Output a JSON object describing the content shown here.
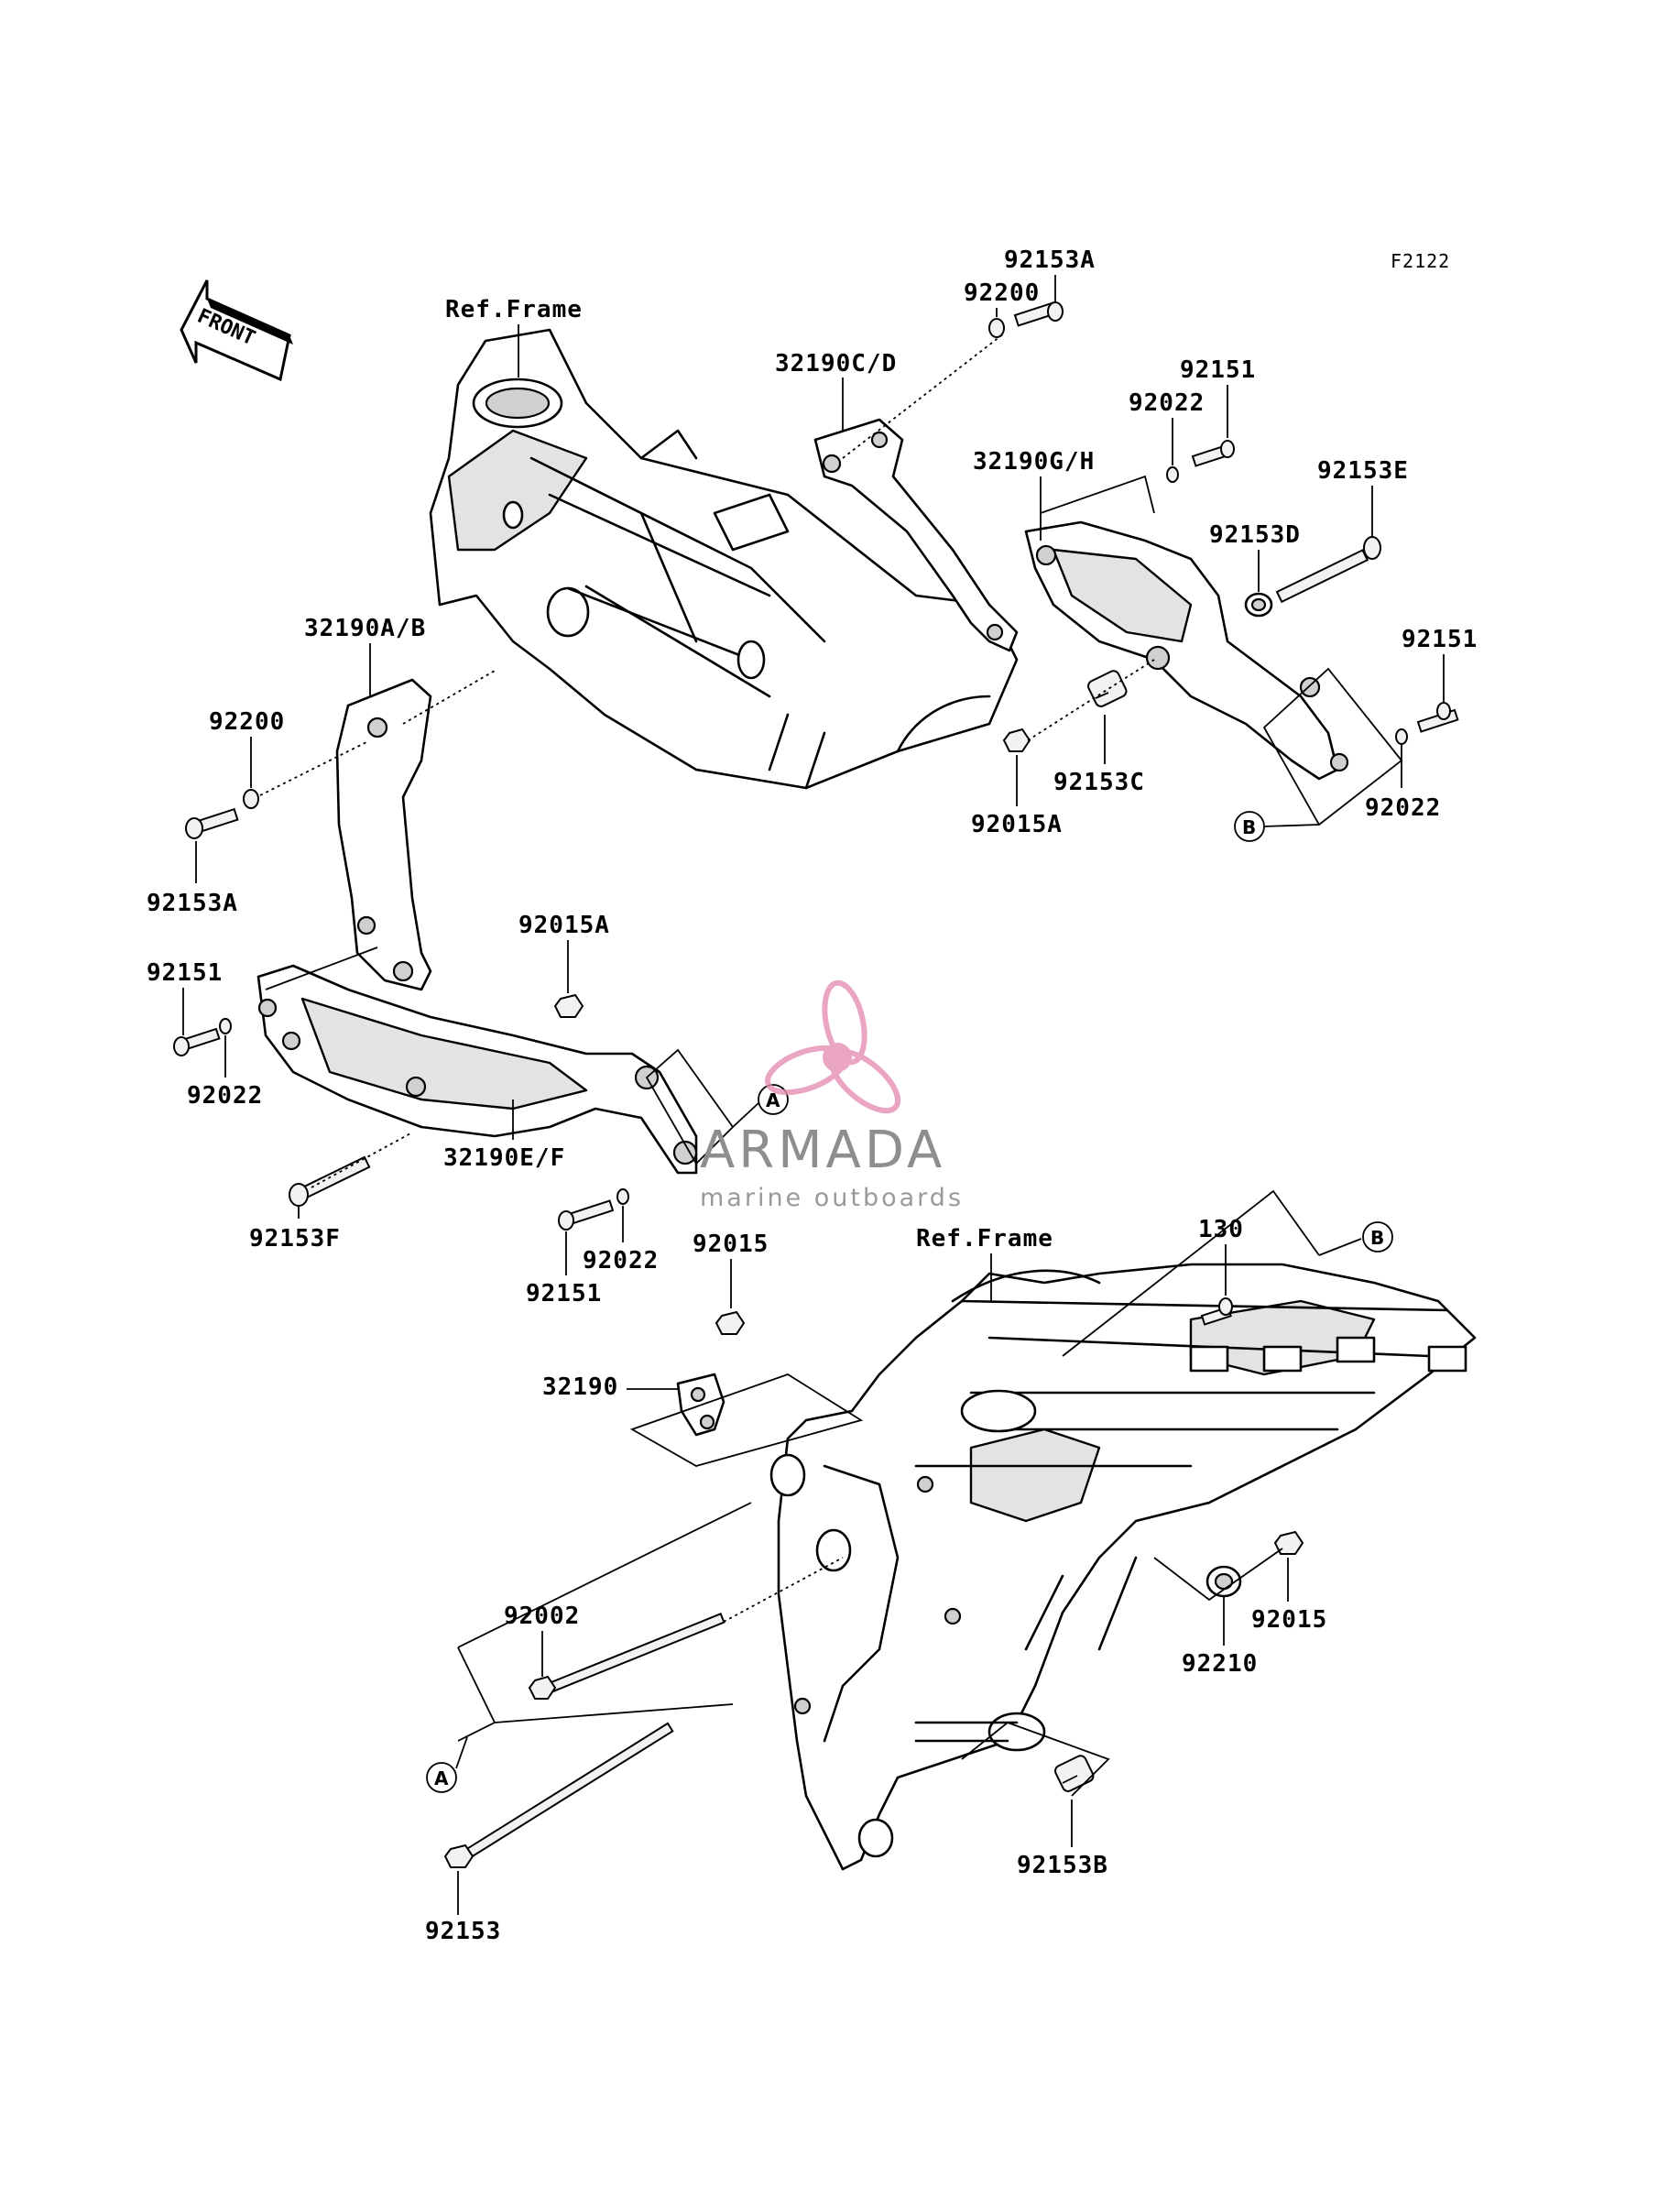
{
  "figure_code": "F2122",
  "front_label": "FRONT",
  "watermark": {
    "brand": "ARMADA",
    "tagline": "marine outboards",
    "accent_color": "#e58fb3",
    "icon": "propeller-icon"
  },
  "callouts": {
    "a": "A",
    "b": "B"
  },
  "labels": {
    "ref_frame": "Ref.Frame",
    "p92153a_top": "92153A",
    "p92200_top": "92200",
    "p32190cd": "32190C/D",
    "p92151_top": "92151",
    "p92022_top": "92022",
    "p32190gh": "32190G/H",
    "p92153e": "92153E",
    "p92153d": "92153D",
    "p92151_right": "92151",
    "p92153c": "92153C",
    "p92015a_right": "92015A",
    "p92022_right": "92022",
    "p32190ab": "32190A/B",
    "p92200_left": "92200",
    "p92153a_left": "92153A",
    "p92015a_mid": "92015A",
    "p92151_left": "92151",
    "p92022_left": "92022",
    "p32190ef": "32190E/F",
    "p92153f": "92153F",
    "p92151_mid": "92151",
    "p92022_mid": "92022",
    "p92015_top": "92015",
    "ref_frame_lower": "Ref.Frame",
    "p130": "130",
    "p32190": "32190",
    "p92002": "92002",
    "p92210": "92210",
    "p92015_right": "92015",
    "p92153b": "92153B",
    "p92153": "92153"
  }
}
